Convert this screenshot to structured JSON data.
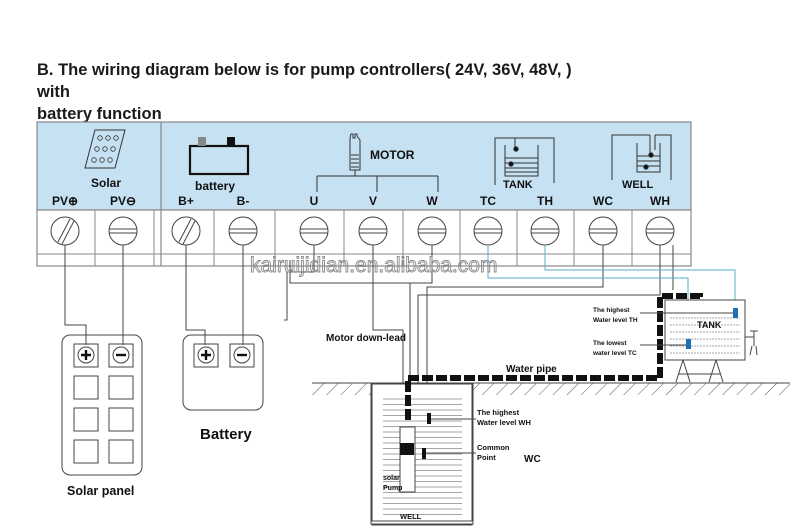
{
  "title": {
    "line1": "B. The wiring diagram below is for pump controllers( 24V, 36V, 48V, ) with",
    "line2": "battery function"
  },
  "controller": {
    "panel_color": "#c5e1f2",
    "groups": {
      "solar": "Solar",
      "battery": "battery",
      "motor": "MOTOR",
      "tank": "TANK",
      "well": "WELL"
    },
    "terminals": [
      {
        "label": "PV⊕",
        "screw": "diagonal"
      },
      {
        "label": "PV⊖",
        "screw": "horizontal"
      },
      {
        "label": "B+",
        "screw": "diagonal"
      },
      {
        "label": "B-",
        "screw": "horizontal"
      },
      {
        "label": "U",
        "screw": "horizontal"
      },
      {
        "label": "V",
        "screw": "horizontal"
      },
      {
        "label": "W",
        "screw": "horizontal"
      },
      {
        "label": "TC",
        "screw": "horizontal"
      },
      {
        "label": "TH",
        "screw": "horizontal"
      },
      {
        "label": "WC",
        "screw": "horizontal"
      },
      {
        "label": "WH",
        "screw": "horizontal"
      }
    ]
  },
  "components": {
    "solar_panel": "Solar panel",
    "battery": "Battery",
    "motor_down_lead": "Motor down-lead",
    "water_pipe": "Water pipe",
    "tank": {
      "label": "TANK",
      "highest_1": "The highest",
      "highest_2": "Water level  TH",
      "lowest_1": "The lowest",
      "lowest_2": "water level  TC"
    },
    "well": {
      "label": "WELL",
      "highest_1": "The highest",
      "highest_2": "Water level  WH",
      "common_1": "Common",
      "common_2": "Point",
      "wc": "WC",
      "pump_1": "solar",
      "pump_2": "Pump"
    }
  },
  "watermark": "kairuijidian.en.alibaba.com",
  "colors": {
    "sensor_wire": "#5aaec8",
    "sensor": "#1f6fb8",
    "line": "#444444"
  }
}
